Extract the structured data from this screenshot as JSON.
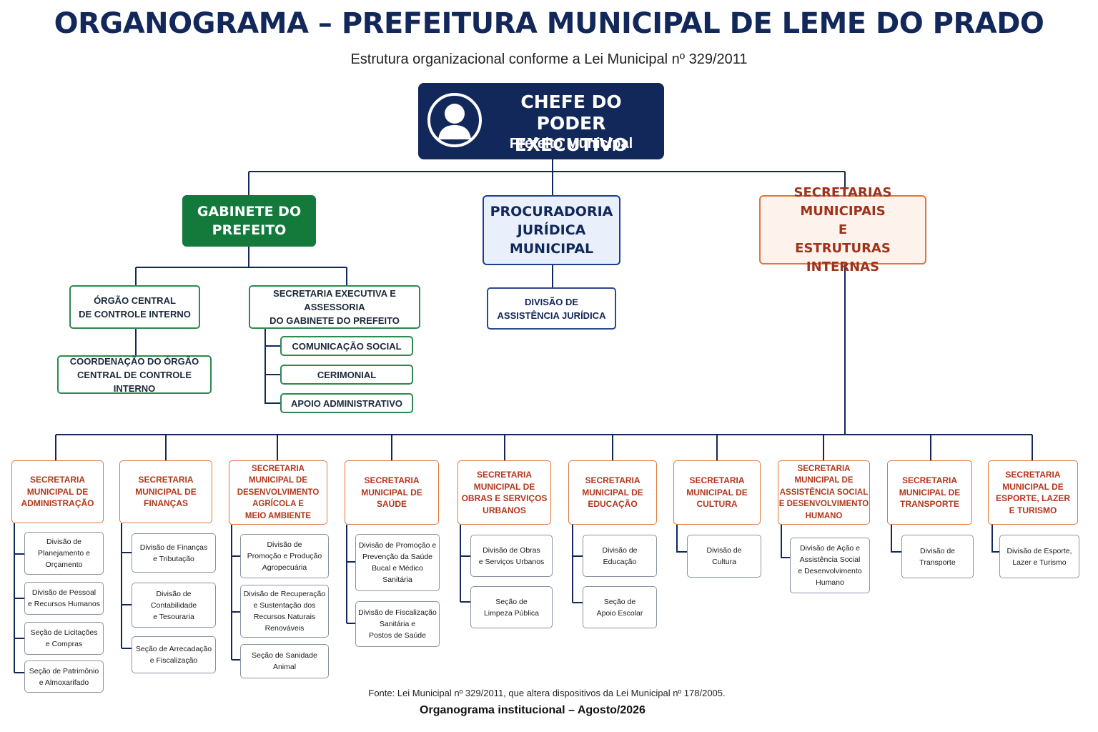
{
  "header": {
    "title": "ORGANOGRAMA – PREFEITURA MUNICIPAL DE LEME DO PRADO",
    "subtitle": "Estrutura organizacional conforme a Lei Municipal nº 329/2011"
  },
  "root": {
    "title": "CHEFE DO PODER\nEXECUTIVO",
    "subtitle": "Prefeito Municipal",
    "icon": "user-avatar-icon"
  },
  "gabinete": {
    "title": "GABINETE DO\nPREFEITO",
    "controle": "ÓRGÃO CENTRAL\nDE CONTROLE INTERNO",
    "coordenacao": "COORDENAÇÃO DO ÓRGÃO\nCENTRAL DE CONTROLE INTERNO",
    "executiva": "SECRETARIA EXECUTIVA E ASSESSORIA\nDO GABINETE DO PREFEITO",
    "subunits": [
      "COMUNICAÇÃO SOCIAL",
      "CERIMONIAL",
      "APOIO ADMINISTRATIVO"
    ]
  },
  "procuradoria": {
    "title": "PROCURADORIA\nJURÍDICA\nMUNICIPAL",
    "divisao": "DIVISÃO DE\nASSISTÊNCIA JURÍDICA"
  },
  "secretarias_group": {
    "title": "SECRETARIAS MUNICIPAIS\nE\nESTRUTURAS INTERNAS"
  },
  "secretarias": [
    {
      "name": "SECRETARIA\nMUNICIPAL DE\nADMINISTRAÇÃO",
      "units": [
        "Divisão de\nPlanejamento e\nOrçamento",
        "Divisão de Pessoal\ne Recursos Humanos",
        "Seção de Licitações\ne Compras",
        "Seção de Patrimônio\ne Almoxarifado"
      ]
    },
    {
      "name": "SECRETARIA\nMUNICIPAL DE\nFINANÇAS",
      "units": [
        "Divisão de Finanças\ne Tributação",
        "Divisão de\nContabilidade\ne Tesouraria",
        "Seção de Arrecadação\ne Fiscalização"
      ]
    },
    {
      "name": "SECRETARIA\nMUNICIPAL DE\nDESENVOLVIMENTO\nAGRÍCOLA E\nMEIO AMBIENTE",
      "units": [
        "Divisão de\nPromoção e Produção\nAgropecuária",
        "Divisão de Recuperação\ne Sustentação dos\nRecursos Naturais\nRenováveis",
        "Seção de Sanidade\nAnimal"
      ]
    },
    {
      "name": "SECRETARIA\nMUNICIPAL DE\nSAÚDE",
      "units": [
        "Divisão de Promoção e\nPrevenção da Saúde\nBucal e Médico\nSanitária",
        "Divisão de Fiscalização\nSanitária e\nPostos de Saúde"
      ]
    },
    {
      "name": "SECRETARIA\nMUNICIPAL DE\nOBRAS E SERVIÇOS\nURBANOS",
      "units": [
        "Divisão de Obras\ne Serviços Urbanos",
        "Seção de\nLimpeza Pública"
      ]
    },
    {
      "name": "SECRETARIA\nMUNICIPAL DE\nEDUCAÇÃO",
      "units": [
        "Divisão de\nEducação",
        "Seção de\nApoio Escolar"
      ]
    },
    {
      "name": "SECRETARIA\nMUNICIPAL DE\nCULTURA",
      "units": [
        "Divisão de\nCultura"
      ]
    },
    {
      "name": "SECRETARIA\nMUNICIPAL DE\nASSISTÊNCIA SOCIAL\nE DESENVOLVIMENTO\nHUMANO",
      "units": [
        "Divisão de Ação e\nAssistência Social\ne Desenvolvimento\nHumano"
      ]
    },
    {
      "name": "SECRETARIA\nMUNICIPAL DE\nTRANSPORTE",
      "units": [
        "Divisão de\nTransporte"
      ]
    },
    {
      "name": "SECRETARIA\nMUNICIPAL DE\nESPORTE, LAZER\nE TURISMO",
      "units": [
        "Divisão de Esporte,\nLazer e Turismo"
      ]
    }
  ],
  "footer": {
    "source": "Fonte: Lei Municipal nº 329/2011,  que altera dispositivos da Lei Municipal nº 178/2005.",
    "caption": "Organograma institucional – Agosto/2026"
  },
  "colors": {
    "navy": "#13285a",
    "green": "#137a3c",
    "blue_light": "#e9f0fb",
    "orange": "#e0763a",
    "orange_text": "#b3361c"
  }
}
